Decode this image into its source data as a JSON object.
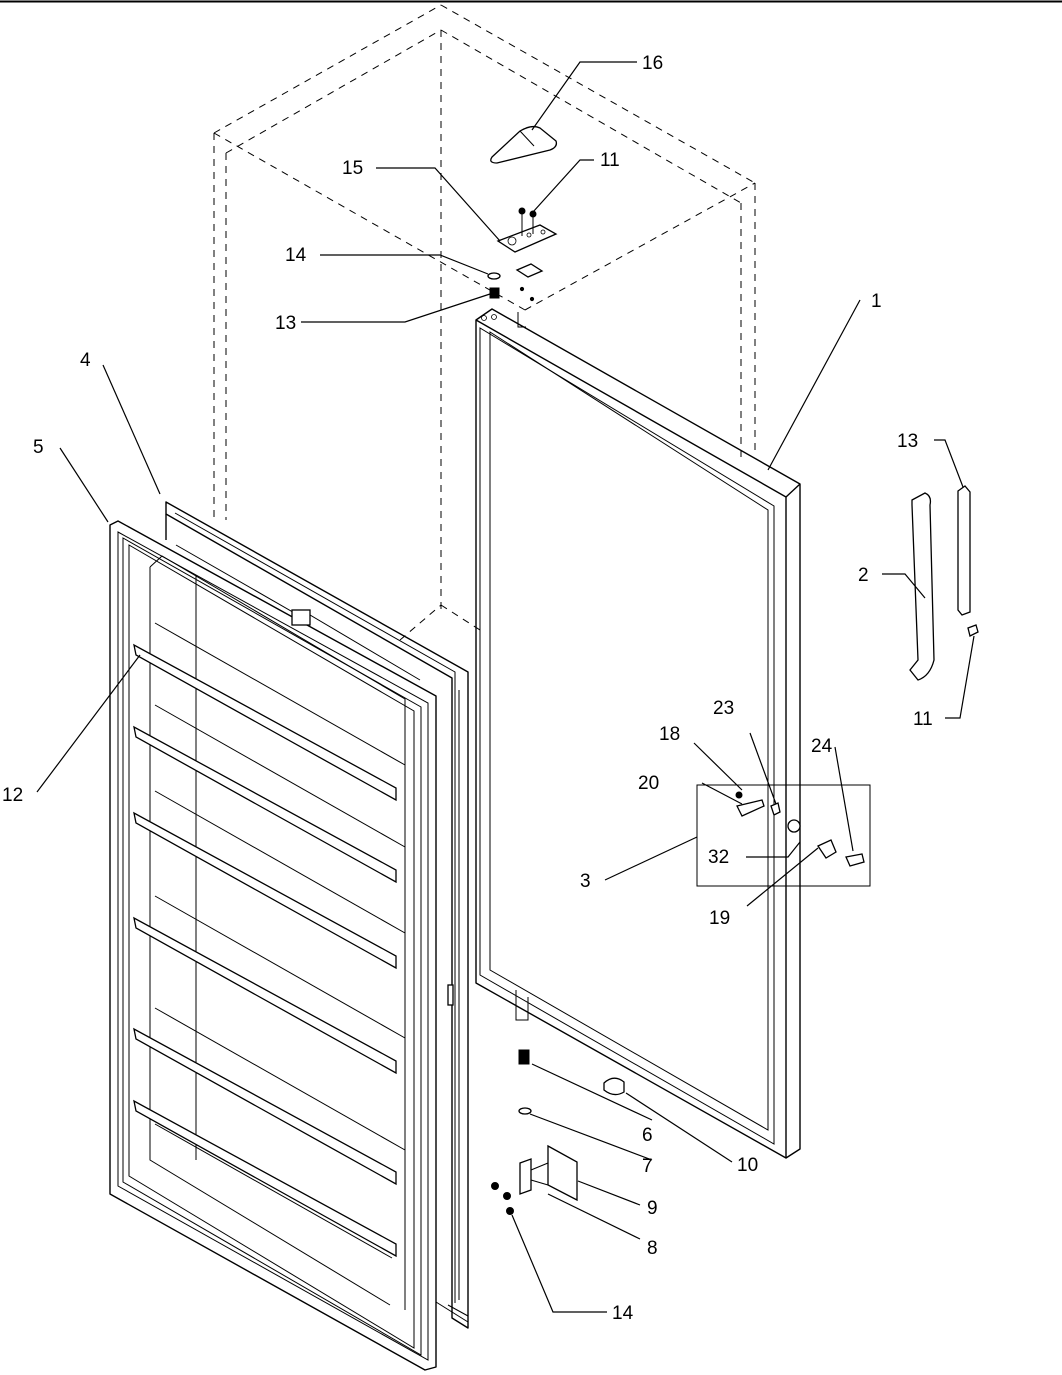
{
  "callouts": {
    "c1": "1",
    "c2": "2",
    "c3": "3",
    "c4": "4",
    "c5": "5",
    "c6": "6",
    "c7": "7",
    "c8": "8",
    "c9": "9",
    "c10": "10",
    "c11_top": "11",
    "c11_handle": "11",
    "c12": "12",
    "c13_top": "13",
    "c13_handle": "13",
    "c14_top": "14",
    "c14_bottom": "14",
    "c15": "15",
    "c16": "16",
    "c18": "18",
    "c19": "19",
    "c20": "20",
    "c23": "23",
    "c24": "24",
    "c32": "32"
  }
}
